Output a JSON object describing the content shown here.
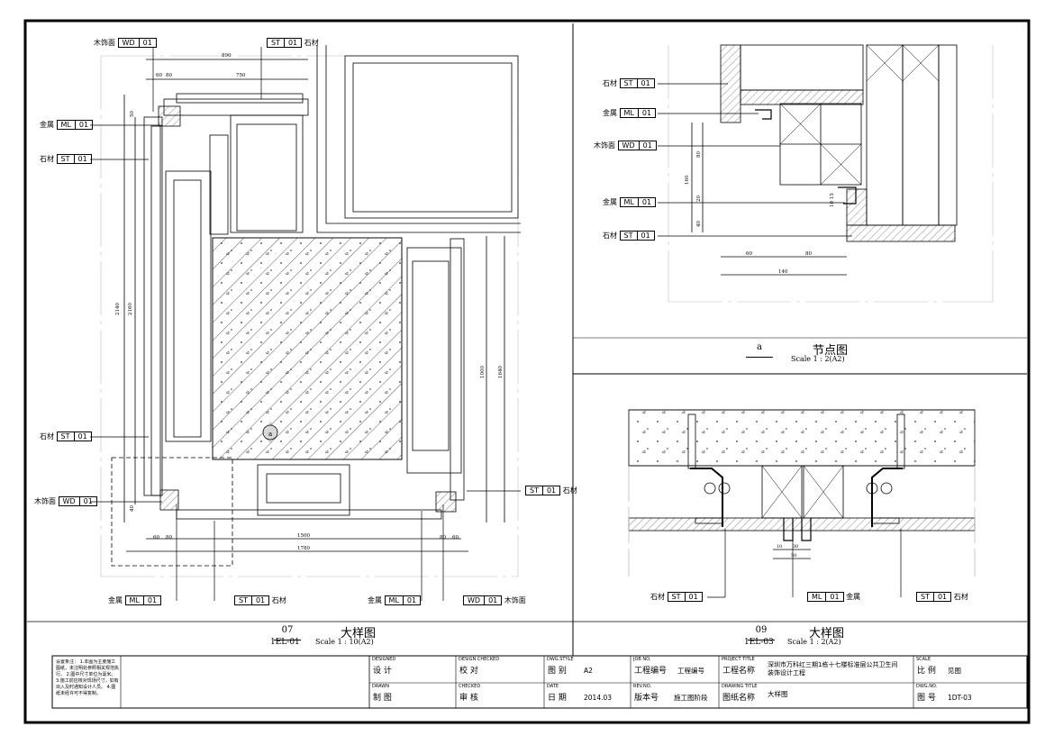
{
  "views": {
    "main": {
      "num": "07",
      "ref": "1EL-01",
      "title": "大样图",
      "scale": "Scale 1 : 10(A2)"
    },
    "node": {
      "num": "a",
      "title": "节点图",
      "scale": "Scale 1 : 2(A2)"
    },
    "detail": {
      "num": "09",
      "ref": "1EL-03",
      "title": "大样图",
      "scale": "Scale 1 : 2(A2)"
    }
  },
  "tags": {
    "wd": [
      "WD",
      "01"
    ],
    "st": [
      "ST",
      "01"
    ],
    "ml": [
      "ML",
      "01"
    ]
  },
  "labels": {
    "wood": "木饰面",
    "stone": "石材",
    "metal": "金属"
  },
  "dims_main": {
    "d890": "890",
    "d750": "750",
    "d60": "60",
    "d80": "80",
    "d2140": "2140",
    "d2160": "2160",
    "d1500": "1500",
    "d1780": "1780",
    "d1000": "1000",
    "d1640": "1640",
    "d40": "40",
    "d50": "50"
  },
  "dims_node": {
    "d140": "140",
    "d60": "60",
    "d80": "80",
    "d160": "160",
    "d20": "20",
    "d40": "40",
    "d1015": "10 15"
  },
  "dims_detail": {
    "d10": "10",
    "d30": "30",
    "d50": "50"
  },
  "section_mark": "a",
  "notes": "设置条注：\n1.本图为主要施工图纸，未注明处参照相关规范执行。\n2.图中尺寸单位为毫米。\n3.施工前应核对现场尺寸，如有出入及时通知设计人员。\n4.图纸未经许可不得复制。",
  "title_block": {
    "design": {
      "en": "DESIGNED",
      "zh": "设 计"
    },
    "check": {
      "en": "DESIGN CHECKED",
      "zh": "校 对"
    },
    "dwgstyle": {
      "en": "DWG.STYLE",
      "zh": "图 别",
      "val": "A2"
    },
    "jobno": {
      "en": "JOB NO.",
      "zh": "工程编号",
      "val": "工程编号"
    },
    "project": {
      "en": "PROJECT TITLE",
      "zh": "工程名称",
      "val": "深圳市万科红三期1栋十七楼标准层公共卫生间装饰设计工程"
    },
    "scale": {
      "en": "SCALE",
      "zh": "比 例",
      "val": "见图"
    },
    "drawn": {
      "en": "DRAWN",
      "zh": "制 图"
    },
    "checked": {
      "en": "CHECKED",
      "zh": "审 核"
    },
    "date": {
      "en": "DATE",
      "zh": "日 期",
      "val": "2014.03"
    },
    "rev": {
      "en": "REV.NO.",
      "zh": "版本号",
      "val": "施工图阶段"
    },
    "dwgtitle": {
      "en": "DRAWING TITLE",
      "zh": "图纸名称",
      "val": "大样图"
    },
    "dwgno": {
      "en": "DWG.NO.",
      "zh": "图 号",
      "val": "1DT-03"
    }
  }
}
